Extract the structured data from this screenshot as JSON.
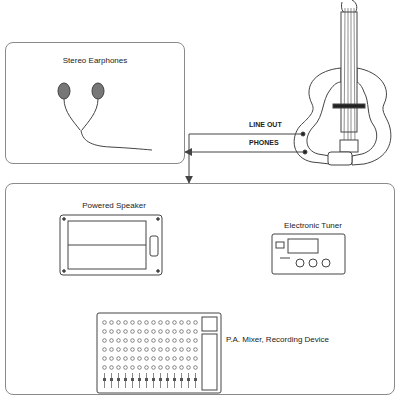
{
  "diagram": {
    "nodes": [
      {
        "text": [
          "Stereo Earphones"
        ]
      },
      {
        "text": [
          "LINE OUT",
          "PHONES"
        ]
      },
      {
        "text": []
      },
      {
        "text": [
          "Powered Speaker"
        ],
        "in": 2
      },
      {
        "text": [
          "Electronic Tuner"
        ],
        "in": 2
      },
      {
        "text": [
          "P.A. Mixer, Recording Device"
        ],
        "in": 2
      }
    ],
    "edges": [
      {
        "from": 1,
        "to": 0,
        "arrow": "to"
      },
      {
        "from": 1,
        "to": 2,
        "arrow": "to"
      }
    ]
  }
}
